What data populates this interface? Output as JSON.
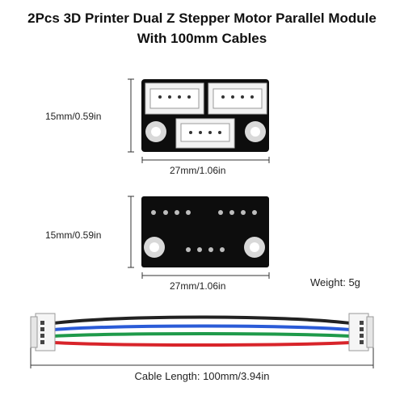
{
  "title": {
    "line1": "2Pcs 3D Printer Dual Z Stepper Motor Parallel Module",
    "line2": "With 100mm Cables"
  },
  "top_board": {
    "height_label": "15mm/0.59in",
    "width_label": "27mm/1.06in"
  },
  "bottom_board": {
    "height_label": "15mm/0.59in",
    "width_label": "27mm/1.06in"
  },
  "weight_label": "Weight: 5g",
  "cable_label": "Cable Length: 100mm/3.94in",
  "colors": {
    "board": "#0d0d0d",
    "connector": "#f2f2f2",
    "wire_black": "#222222",
    "wire_blue": "#2a5bd7",
    "wire_green": "#1f9a4a",
    "wire_red": "#d8242a"
  }
}
